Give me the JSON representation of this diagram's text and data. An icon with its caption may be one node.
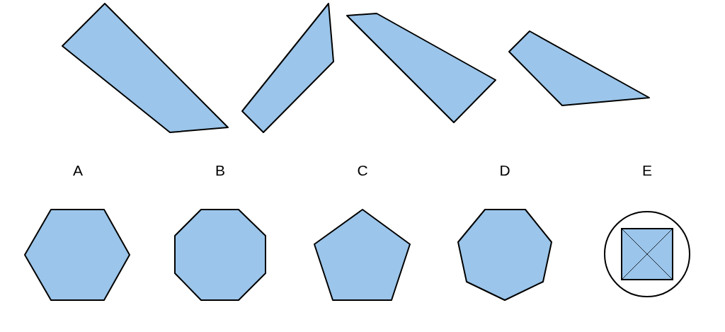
{
  "diagram": {
    "nodes": [
      {
        "text": [],
        "shape": "quadrilateral"
      },
      {
        "text": [],
        "shape": "quadrilateral"
      },
      {
        "text": [],
        "shape": "quadrilateral"
      },
      {
        "text": [],
        "shape": "quadrilateral"
      },
      {
        "text": [],
        "shape": "hexagon"
      },
      {
        "text": [],
        "shape": "octagon"
      },
      {
        "text": [],
        "shape": "pentagon"
      },
      {
        "text": [],
        "shape": "heptagon"
      }
    ],
    "labels": [
      "A",
      "B",
      "C",
      "D",
      "E"
    ]
  }
}
